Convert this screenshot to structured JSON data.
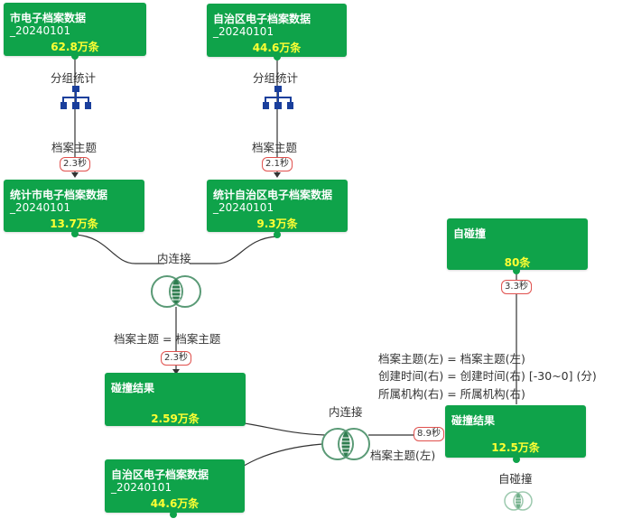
{
  "nodes": {
    "city_source": {
      "line1": "市电子档案数据",
      "line2": "_20240101",
      "count": "62.8万条"
    },
    "region_source": {
      "line1": "自治区电子档案数据",
      "line2": "_20240101",
      "count": "44.6万条"
    },
    "city_stats": {
      "line1": "统计市电子档案数据",
      "line2": "_20240101",
      "count": "13.7万条"
    },
    "region_stats": {
      "line1": "统计自治区电子档案数据",
      "line2": "_20240101",
      "count": "9.3万条"
    },
    "self_collide_top": {
      "line1": "自碰撞",
      "count": "80条"
    },
    "collide_result_left": {
      "line1": "碰撞结果",
      "count": "2.59万条"
    },
    "region_source_2": {
      "line1": "自治区电子档案数据",
      "line2": "_20240101",
      "count": "44.6万条"
    },
    "collide_result_right": {
      "line1": "碰撞结果",
      "count": "12.5万条"
    }
  },
  "ops": {
    "group_left": {
      "label": "分组统计",
      "field": "档案主题",
      "time": "2.3秒"
    },
    "group_right": {
      "label": "分组统计",
      "field": "档案主题",
      "time": "2.1秒"
    },
    "join_top": {
      "label": "内连接",
      "condition": "档案主题 = 档案主题",
      "time": "2.3秒"
    },
    "join_bottom": {
      "label": "内连接",
      "condition": "档案主题(左)",
      "time": "8.9秒"
    },
    "self_collide_top": {
      "time": "3.3秒"
    },
    "self_collide_bottom": {
      "label": "自碰撞"
    }
  },
  "self_collide_conditions": [
    "档案主题(左) = 档案主题(左)",
    "创建时间(右) = 创建时间(右) [-30~0] (分)",
    "所属机构(右) = 所属机构(右)"
  ],
  "colors": {
    "node": "#0fa34a",
    "count": "#ffff33",
    "badge_border": "#e0504d",
    "icon_blue": "#1a3f9c"
  }
}
